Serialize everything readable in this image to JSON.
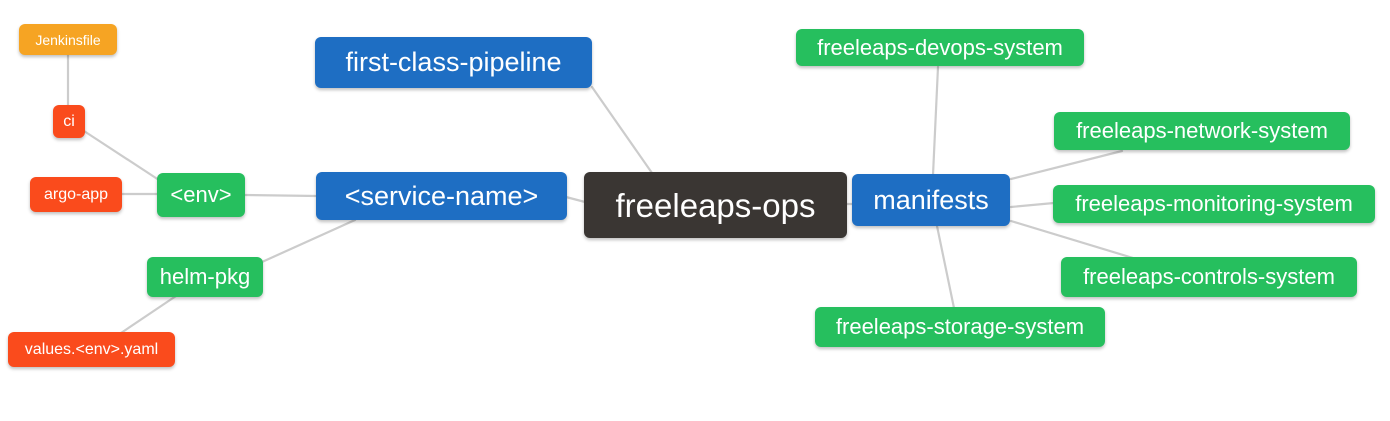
{
  "diagram": {
    "type": "mindmap",
    "root_label": "freeleaps-ops"
  },
  "colors": {
    "background": "#ffffff",
    "text": "#ffffff",
    "edge": "#cccccc",
    "root_bg": "#3a3633",
    "level1_bg": "#1e6ec3",
    "level2_bg": "#26bf5e",
    "level3_bg": "#fa4b1c",
    "level4_bg": "#f6a423"
  },
  "nodes": {
    "freeleaps_ops": {
      "label": "freeleaps-ops",
      "depth": 0
    },
    "first_class_pipeline": {
      "label": "first-class-pipeline",
      "depth": 1
    },
    "service_name": {
      "label": "<service-name>",
      "depth": 1
    },
    "manifests": {
      "label": "manifests",
      "depth": 1
    },
    "env": {
      "label": "<env>",
      "depth": 2
    },
    "helm_pkg": {
      "label": "helm-pkg",
      "depth": 2
    },
    "ci": {
      "label": "ci",
      "depth": 3
    },
    "argo_app": {
      "label": "argo-app",
      "depth": 3
    },
    "jenkinsfile": {
      "label": "Jenkinsfile",
      "depth": 4
    },
    "values_env_yaml": {
      "label": "values.<env>.yaml",
      "depth": 3
    },
    "devops_system": {
      "label": "freeleaps-devops-system",
      "depth": 2
    },
    "network_system": {
      "label": "freeleaps-network-system",
      "depth": 2
    },
    "monitoring_system": {
      "label": "freeleaps-monitoring-system",
      "depth": 2
    },
    "controls_system": {
      "label": "freeleaps-controls-system",
      "depth": 2
    },
    "storage_system": {
      "label": "freeleaps-storage-system",
      "depth": 2
    }
  },
  "edges": [
    {
      "from": "freeleaps-ops",
      "to": "first-class-pipeline"
    },
    {
      "from": "freeleaps-ops",
      "to": "<service-name>"
    },
    {
      "from": "freeleaps-ops",
      "to": "manifests"
    },
    {
      "from": "<service-name>",
      "to": "<env>"
    },
    {
      "from": "<service-name>",
      "to": "helm-pkg"
    },
    {
      "from": "<env>",
      "to": "ci"
    },
    {
      "from": "<env>",
      "to": "argo-app"
    },
    {
      "from": "ci",
      "to": "Jenkinsfile"
    },
    {
      "from": "helm-pkg",
      "to": "values.<env>.yaml"
    },
    {
      "from": "manifests",
      "to": "freeleaps-devops-system"
    },
    {
      "from": "manifests",
      "to": "freeleaps-network-system"
    },
    {
      "from": "manifests",
      "to": "freeleaps-monitoring-system"
    },
    {
      "from": "manifests",
      "to": "freeleaps-controls-system"
    },
    {
      "from": "manifests",
      "to": "freeleaps-storage-system"
    }
  ]
}
